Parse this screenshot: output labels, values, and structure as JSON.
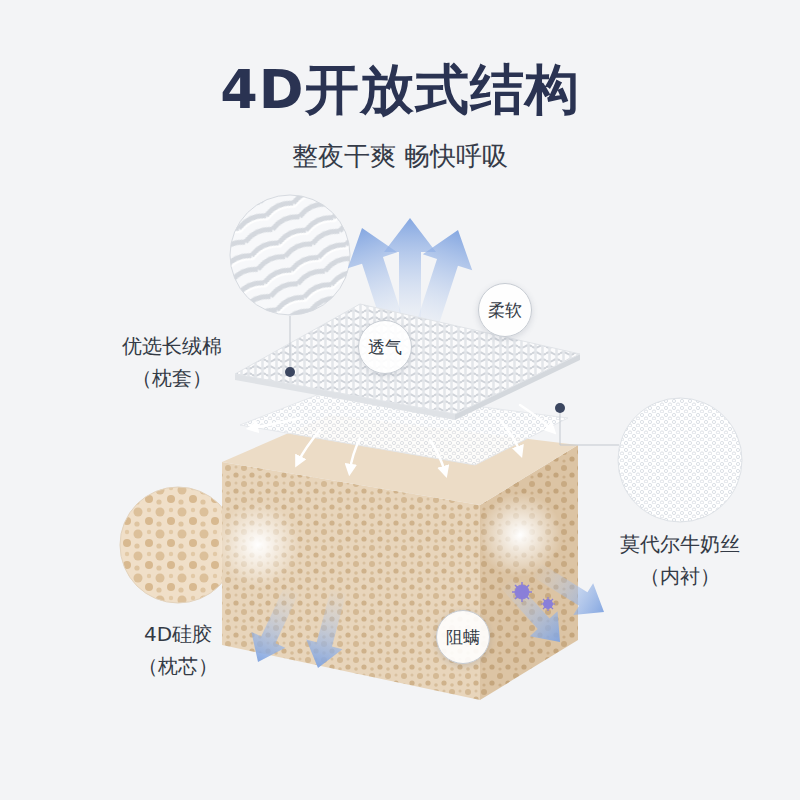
{
  "diagram": {
    "title": "4D开放式结构",
    "nodes": [
      {
        "text": [
          "透气"
        ]
      },
      {
        "text": [
          "柔软"
        ]
      },
      {
        "text": [
          "阻螨"
        ]
      }
    ],
    "labels": [
      "整夜干爽 畅快呼吸",
      "优选长绒棉",
      "（枕套）",
      "莫代尔牛奶丝",
      "（内衬）",
      "4D硅胶",
      "（枕芯）"
    ]
  }
}
